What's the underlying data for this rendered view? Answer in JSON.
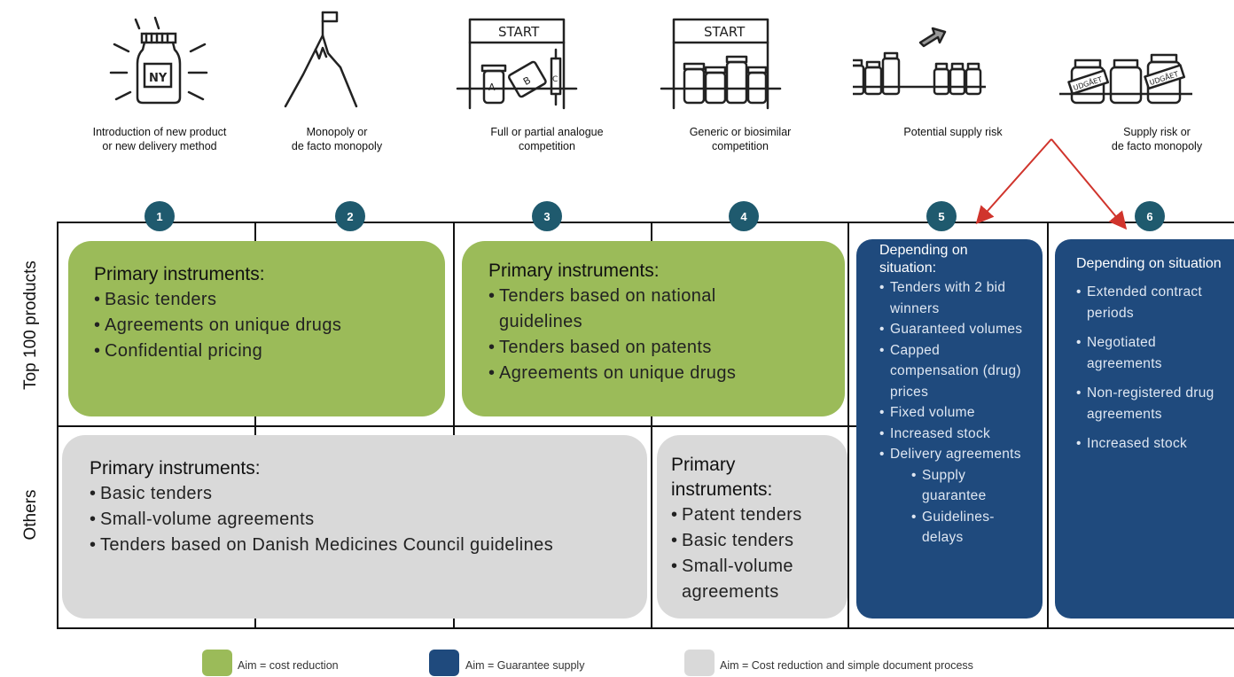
{
  "stages": [
    {
      "number": "1",
      "caption": "Introduction of new product\nor new delivery method",
      "icon": "medicine-bottle-ny-icon",
      "icon_text": "NY"
    },
    {
      "number": "2",
      "caption": "Monopoly or\nde facto monopoly",
      "icon": "mountain-flag-icon"
    },
    {
      "number": "3",
      "caption": "Full or partial analogue\ncompetition",
      "icon": "start-race-analogues-icon",
      "icon_text": "START",
      "labels": [
        "A",
        "B",
        "C"
      ]
    },
    {
      "number": "4",
      "caption": "Generic or biosimilar\ncompetition",
      "icon": "start-race-generics-icon",
      "icon_text": "START"
    },
    {
      "number": "5",
      "caption": "Potential supply risk",
      "icon": "bottles-moving-icon"
    },
    {
      "number": "6",
      "caption": "Supply risk or\nde facto monopoly",
      "icon": "bottles-udgaet-icon",
      "icon_text": "UDGÅET"
    }
  ],
  "row_labels": {
    "top": "Top 100 products",
    "others": "Others"
  },
  "boxes": {
    "top_left": {
      "title": "Primary instruments:",
      "items": [
        "Basic tenders",
        "Agreements on unique drugs",
        "Confidential pricing"
      ]
    },
    "top_mid": {
      "title": "Primary instruments:",
      "items": [
        "Tenders based on national guidelines",
        "Tenders based on patents",
        "Agreements on unique drugs"
      ]
    },
    "bottom_left": {
      "title": "Primary instruments:",
      "items": [
        "Basic tenders",
        "Small-volume agreements",
        "Tenders based on Danish Medicines Council guidelines"
      ]
    },
    "bottom_mid": {
      "title": "Primary instruments:",
      "items": [
        "Patent tenders",
        "Basic tenders",
        "Small-volume agreements"
      ]
    },
    "col5": {
      "title": "Depending on situation:",
      "items": [
        "Tenders with 2 bid winners",
        "Guaranteed volumes",
        "Capped compensation (drug) prices",
        "Fixed volume",
        "Increased  stock",
        "Delivery agreements"
      ],
      "subitems": [
        "Supply guarantee",
        "Guidelines-delays"
      ]
    },
    "col6": {
      "title": "Depending on situation",
      "items": [
        "Extended contract periods",
        "Negotiated agreements",
        "Non-registered drug agreements",
        "Increased  stock"
      ]
    }
  },
  "legend": [
    {
      "color": "#9bbb59",
      "label": "Aim = cost reduction"
    },
    {
      "color": "#1f4a7d",
      "label": "Aim = Guarantee supply"
    },
    {
      "color": "#d9d9d9",
      "label": "Aim = Cost reduction and  simple document process"
    }
  ],
  "colors": {
    "green": "#9bbb59",
    "navy": "#1f4a7d",
    "grey": "#d9d9d9",
    "circle": "#1f5a6e",
    "arrow": "#d0342c"
  }
}
